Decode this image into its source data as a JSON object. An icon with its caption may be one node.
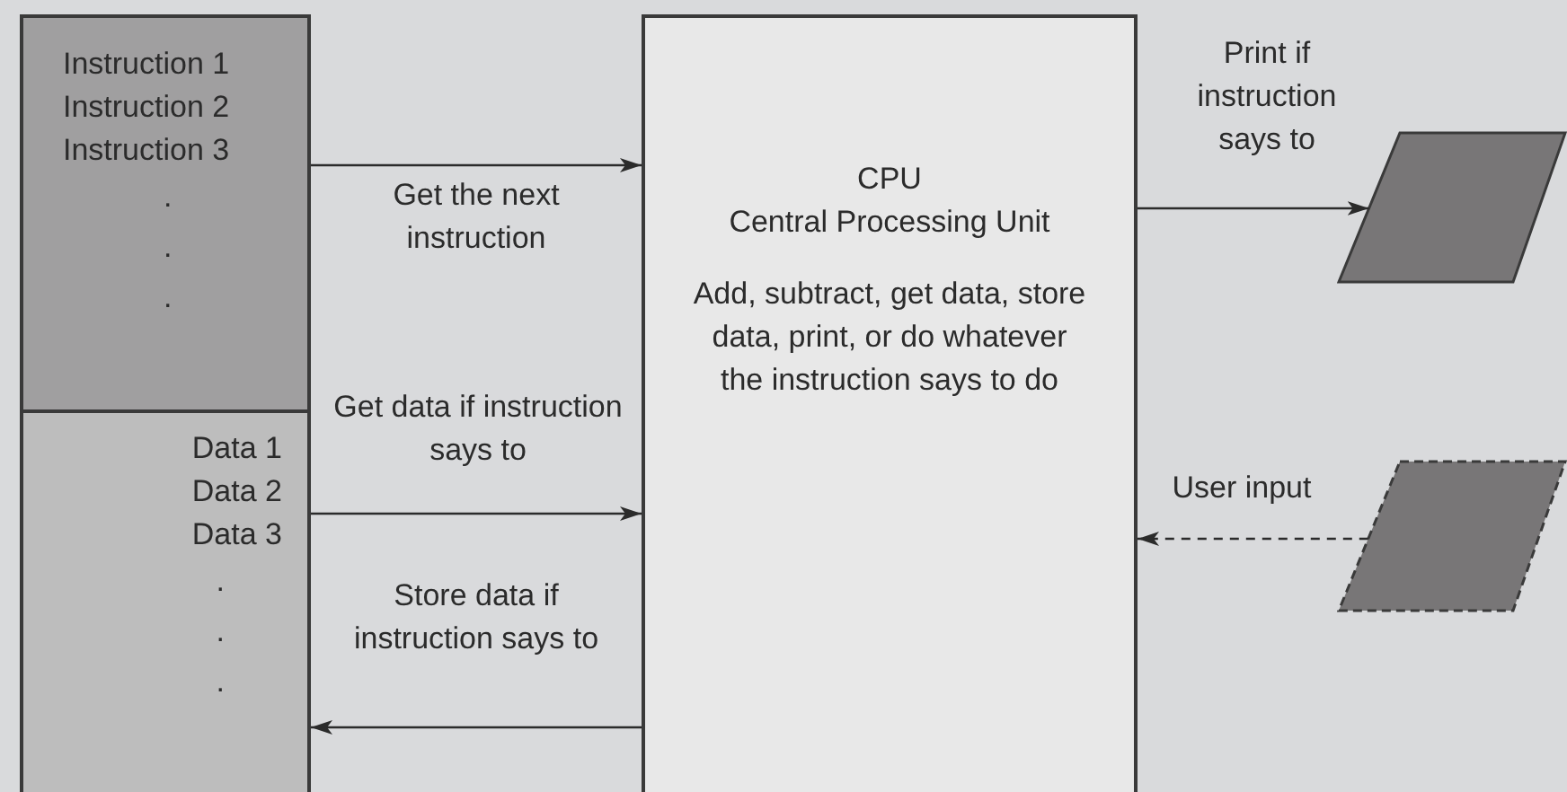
{
  "diagram": {
    "nodes": [
      {
        "text": [
          "Instruction 1",
          "Instruction 2",
          "Instruction 3",
          ".",
          ".",
          "."
        ]
      },
      {
        "text": [
          "Data 1",
          "Data 2",
          "Data 3",
          ".",
          ".",
          "."
        ]
      },
      {
        "text": [
          "CPU",
          "Central Processing Unit",
          "Add, subtract, get data, store data, print, or do whatever the instruction says to do"
        ]
      },
      {
        "text": [],
        "shape": "parallelogram"
      },
      {
        "text": [],
        "shape": "parallelogram"
      }
    ],
    "edges": [
      {
        "from": 0,
        "to": 2,
        "arrow": "to",
        "label": "Get the next instruction"
      },
      {
        "from": 1,
        "to": 2,
        "arrow": "to",
        "label": "Get data if instruction says to"
      },
      {
        "from": 2,
        "to": 1,
        "arrow": "to",
        "label": "Store data if instruction says to"
      },
      {
        "from": 2,
        "to": 3,
        "arrow": "to",
        "label": "Print if instruction says to"
      },
      {
        "from": 4,
        "to": 2,
        "arrow": "to",
        "label": "User input",
        "style": "dashed"
      }
    ]
  }
}
